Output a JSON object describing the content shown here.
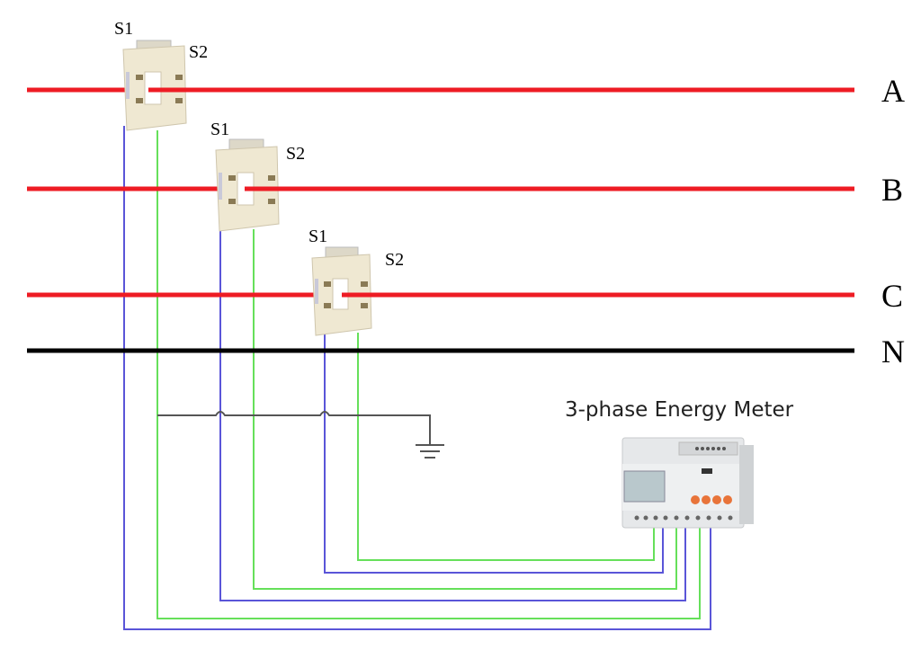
{
  "phases": [
    {
      "label": "A"
    },
    {
      "label": "B"
    },
    {
      "label": "C"
    },
    {
      "label": "N"
    }
  ],
  "current_transformers": [
    {
      "s1": "S1",
      "s2": "S2"
    },
    {
      "s1": "S1",
      "s2": "S2"
    },
    {
      "s1": "S1",
      "s2": "S2"
    }
  ],
  "meter": {
    "title": "3-phase Energy Meter"
  },
  "colors": {
    "phase_line": "#ee1c24",
    "neutral_line": "#000000",
    "s1_wire": "#5a55d8",
    "s2_wire": "#66e05a",
    "ground_wire": "#555555",
    "ct_body": "#efe8d2",
    "meter_button": "#e8743a"
  }
}
